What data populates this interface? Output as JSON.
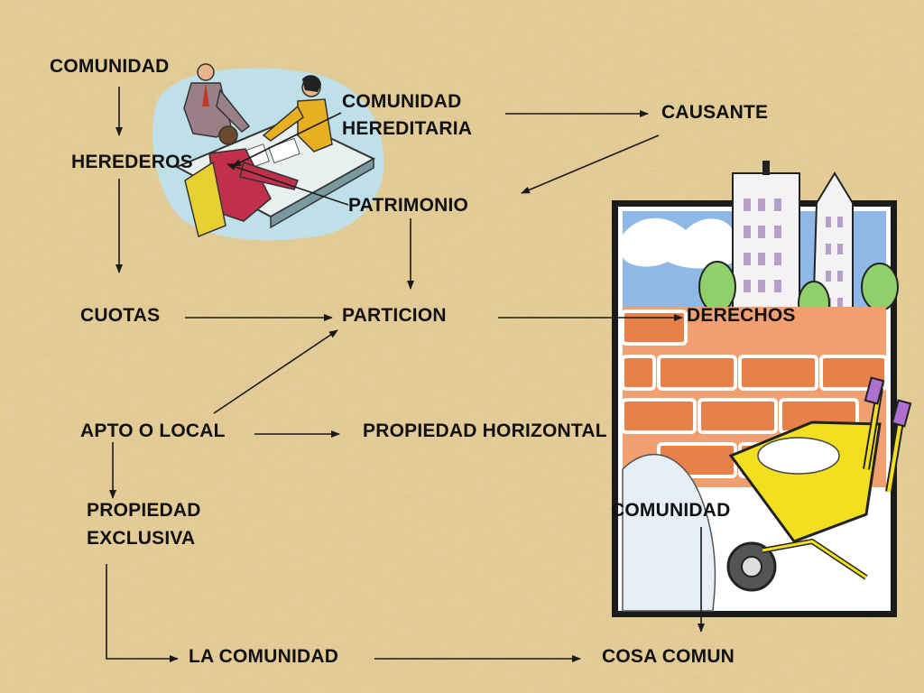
{
  "colors": {
    "background": "#e2c98f",
    "text": "#111111",
    "arrow": "#1a1a1a"
  },
  "icons": {
    "meeting": "meeting-people-icon",
    "construction": "construction-city-icon"
  },
  "nodes": {
    "comunidad_top": "COMUNIDAD",
    "comunidad_hereditaria_1": "COMUNIDAD",
    "comunidad_hereditaria_2": "HEREDITARIA",
    "causante": "CAUSANTE",
    "herederos": "HEREDEROS",
    "patrimonio": "PATRIMONIO",
    "cuotas": "CUOTAS",
    "particion": "PARTICION",
    "derechos": "DERECHOS",
    "apto_local": "APTO O LOCAL",
    "propiedad_horizontal": "PROPIEDAD HORIZONTAL",
    "propiedad_exclusiva_1": "PROPIEDAD",
    "propiedad_exclusiva_2": "EXCLUSIVA",
    "comunidad_right": "COMUNIDAD",
    "la_comunidad": "LA COMUNIDAD",
    "cosa_comun": "COSA COMUN"
  }
}
